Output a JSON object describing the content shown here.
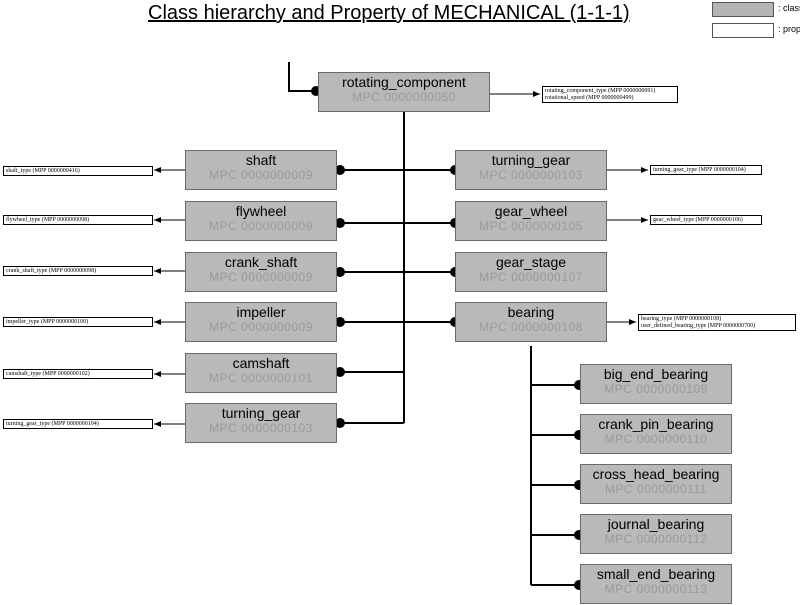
{
  "title": "Class hierarchy and Property of MECHANICAL (1-1-1)",
  "legend": {
    "class_label": ": class",
    "property_label": ": property"
  },
  "nodes": {
    "rotating_component": {
      "name": "rotating_component",
      "id": "MPC 0000000050",
      "props": [
        "rotating_component_type (MPP 0000000091)",
        "rotational_speed (MPP 0000000499)"
      ]
    },
    "shaft": {
      "name": "shaft",
      "id": "MPC 0000000009",
      "props": [
        "shaft_type (MPP 0000000416)"
      ]
    },
    "flywheel": {
      "name": "flywheel",
      "id": "MPC 0000000009",
      "props": [
        "flywheel_type (MPP 0000000098)"
      ]
    },
    "crank_shaft": {
      "name": "crank_shaft",
      "id": "MPC 0000000009",
      "props": [
        "crank_shaft_type (MPP 0000000098)"
      ]
    },
    "impeller": {
      "name": "impeller",
      "id": "MPC 0000000009",
      "props": [
        "impeller_type (MPP 0000000100)"
      ]
    },
    "camshaft": {
      "name": "camshaft",
      "id": "MPC 0000000101",
      "props": [
        "camshaft_type (MPP 0000000102)"
      ]
    },
    "turning_gear_left": {
      "name": "turning_gear",
      "id": "MPC 0000000103",
      "props": [
        "turning_gear_type (MPP 0000000104)"
      ]
    },
    "turning_gear_right": {
      "name": "turning_gear",
      "id": "MPC 0000000103",
      "props": [
        "turning_gear_type (MPP 0000000104)"
      ]
    },
    "gear_wheel": {
      "name": "gear_wheel",
      "id": "MPC 0000000105",
      "props": [
        "gear_wheel_type (MPP 0000000106)"
      ]
    },
    "gear_stage": {
      "name": "gear_stage",
      "id": "MPC 0000000107",
      "props": []
    },
    "bearing": {
      "name": "bearing",
      "id": "MPC 0000000108",
      "props": [
        "bearing_type (MPP 0000000108)",
        "user_defined_bearing_type (MPP 0000000700)"
      ]
    },
    "big_end_bearing": {
      "name": "big_end_bearing",
      "id": "MPC 0000000109",
      "props": []
    },
    "crank_pin_bearing": {
      "name": "crank_pin_bearing",
      "id": "MPC 0000000110",
      "props": []
    },
    "cross_head_bearing": {
      "name": "cross_head_bearing",
      "id": "MPC 0000000111",
      "props": []
    },
    "journal_bearing": {
      "name": "journal_bearing",
      "id": "MPC 0000000112",
      "props": []
    },
    "small_end_bearing": {
      "name": "small_end_bearing",
      "id": "MPC 0000000113",
      "props": []
    }
  },
  "colors": {
    "class_fill": "#b9b9b9",
    "class_border": "#6a6a6a",
    "id_text": "#9a9a9a",
    "line": "#000000"
  }
}
